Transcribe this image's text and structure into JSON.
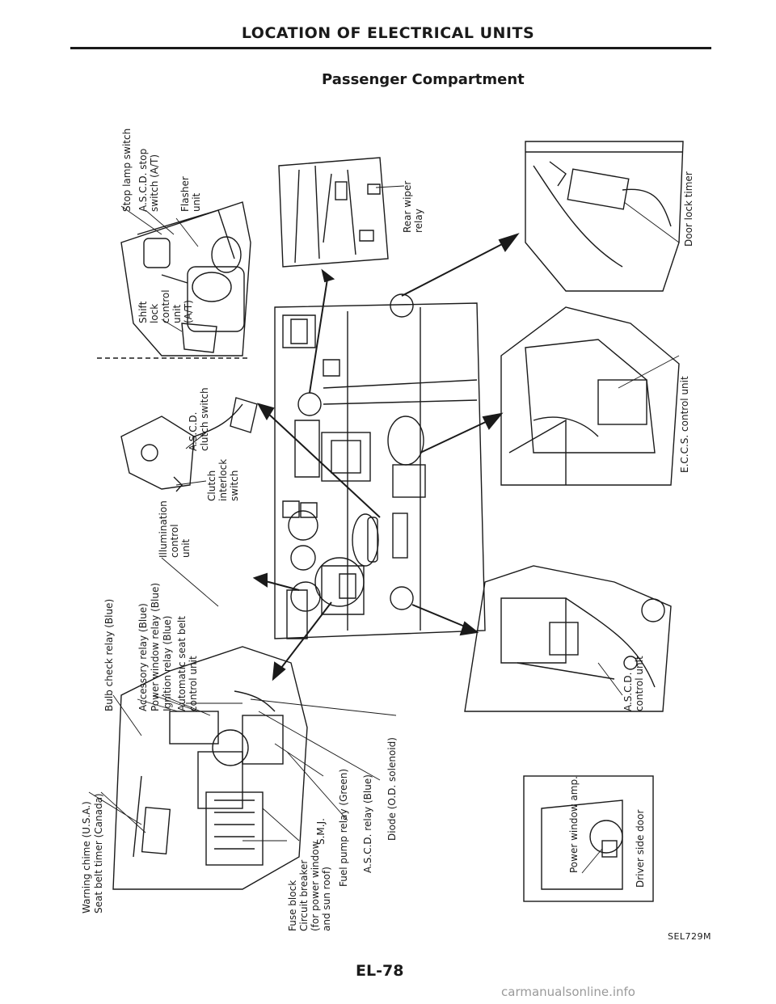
{
  "header": {
    "title": "LOCATION OF ELECTRICAL UNITS",
    "section": "Passenger Compartment"
  },
  "labels": {
    "stop_lamp_switch": "Stop lamp switch",
    "ascd_stop_switch": "A.S.C.D. stop\nswitch (A/T)",
    "flasher_unit": "Flasher\nunit",
    "shift_lock_control_unit": "Shift\nlock\ncontrol\nunit\n(A/T)",
    "rear_wiper_relay": "Rear wiper\nrelay",
    "door_lock_timer": "Door lock timer",
    "ascd_clutch_switch": "A.S.C.D.\nclutch switch",
    "clutch_interlock_switch": "Clutch\ninterlock\nswitch",
    "ecs_control_unit": "E.C.C.S. control unit",
    "illumination_control_unit": "Illumination\ncontrol\nunit",
    "bulb_check_relay": "Bulb check relay (Blue)",
    "accessory_relay": "Accessory relay (Blue)",
    "power_window_relay": "Power window relay (Blue)",
    "ignition_relay": "Ignition relay (Blue)",
    "automatic_seat_belt": "Automatic seat belt\ncontrol unit",
    "ascd_control_unit": "A.S.C.D.\ncontrol unit",
    "warning_chime": "Warning chime (U.S.A.)",
    "seat_belt_timer": "Seat belt timer (Canada)",
    "fuse_block": "Fuse block\nCircuit breaker\n(for power window\nand sun roof)",
    "smj": "S.M.J.",
    "fuel_pump_relay": "Fuel pump relay (Green)",
    "ascd_relay": "A.S.C.D. relay (Blue)",
    "diode": "Diode (O.D. solenoid)",
    "power_window_amp": "Power window amp.",
    "driver_side_door": "Driver side door"
  },
  "footer": {
    "figure_code": "SEL729M",
    "page_number": "EL-78",
    "watermark": "carmanualsonline.info"
  }
}
